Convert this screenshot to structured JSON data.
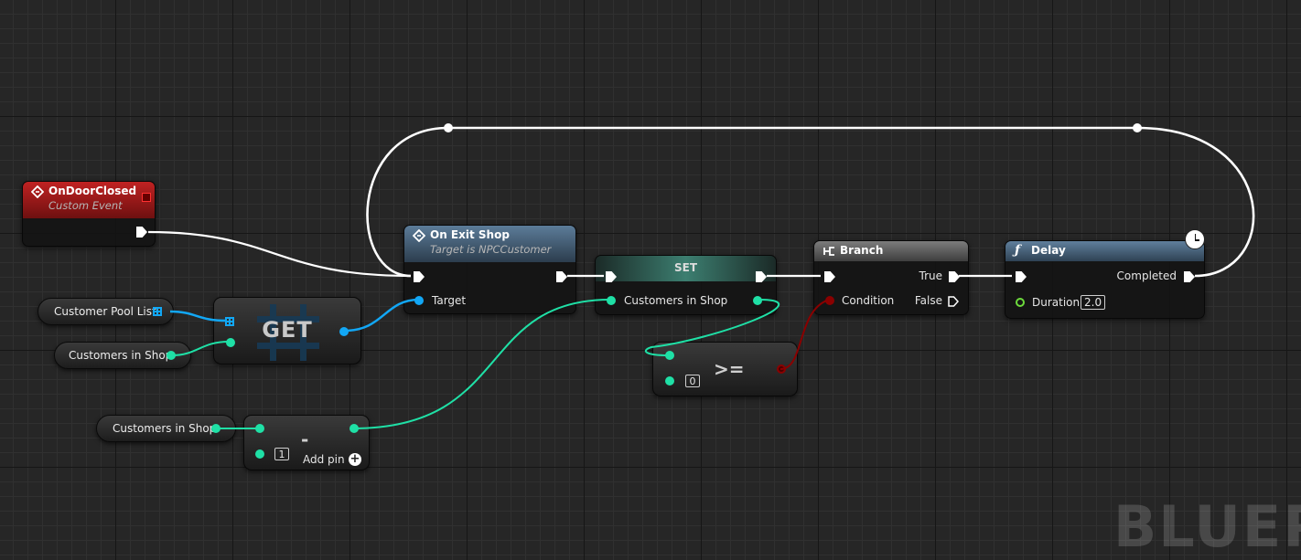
{
  "colors": {
    "exec": "#ffffff",
    "int": "#1fe0a6",
    "object": "#12a7f5",
    "bool": "#8a0000",
    "float": "#6ddb3c",
    "event_header": "#a11818",
    "function_header": "#43627f",
    "set_header": "#3c7e70",
    "branch_header": "#6b6b6b"
  },
  "nodes": {
    "on_door_closed": {
      "title": "OnDoorClosed",
      "subtitle": "Custom Event",
      "icon": "event-diamond-icon"
    },
    "on_exit_shop": {
      "title": "On Exit Shop",
      "subtitle": "Target is NPCCustomer",
      "target_label": "Target",
      "icon": "event-diamond-icon"
    },
    "set": {
      "title": "SET",
      "pin_label": "Customers in Shop"
    },
    "branch": {
      "title": "Branch",
      "condition_label": "Condition",
      "true_label": "True",
      "false_label": "False",
      "icon": "branch-icon"
    },
    "delay": {
      "title": "Delay",
      "completed_label": "Completed",
      "duration_label": "Duration",
      "duration_value": "2.0",
      "icon": "function-icon",
      "latent_icon": "clock-icon"
    },
    "get": {
      "title": "GET"
    },
    "greater_equal": {
      "op": ">=",
      "b_value": "0"
    },
    "subtract": {
      "op": "-",
      "b_value": "1",
      "add_pin_label": "Add pin"
    }
  },
  "variables": {
    "customer_pool_list": "Customer Pool List",
    "customers_in_shop_1": "Customers in Shop",
    "customers_in_shop_2": "Customers in Shop"
  },
  "watermark": "BLUEPR"
}
